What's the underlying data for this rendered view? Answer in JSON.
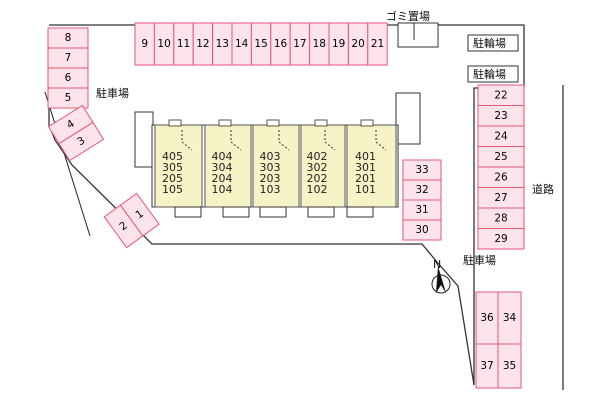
{
  "labels": {
    "parking_upper": "駐車場",
    "parking_lower": "駐車場",
    "garbage": "ゴミ置場",
    "bicycle_1": "駐輪場",
    "bicycle_2": "駐輪場",
    "road": "道路",
    "north": "N"
  },
  "units": [
    [
      "405",
      "305",
      "205",
      "105"
    ],
    [
      "404",
      "304",
      "204",
      "104"
    ],
    [
      "403",
      "303",
      "203",
      "103"
    ],
    [
      "402",
      "302",
      "202",
      "102"
    ],
    [
      "401",
      "301",
      "201",
      "101"
    ]
  ],
  "parking": {
    "top_row": [
      "9",
      "10",
      "11",
      "12",
      "13",
      "14",
      "15",
      "16",
      "17",
      "18",
      "19",
      "20",
      "21"
    ],
    "left_column": [
      "8",
      "7",
      "6",
      "5"
    ],
    "left_diag": [
      "4",
      "3"
    ],
    "left_bottom": [
      "2",
      "1"
    ],
    "right_column": [
      "22",
      "23",
      "24",
      "25",
      "26",
      "27",
      "28",
      "29"
    ],
    "middle_column": [
      "33",
      "32",
      "31",
      "30"
    ],
    "bottom_right": [
      "36",
      "34",
      "37",
      "35"
    ]
  },
  "colors": {
    "spot_fill": "#fde3ea",
    "spot_stroke": "#e4577a",
    "building_fill": "#f6f4c6"
  }
}
